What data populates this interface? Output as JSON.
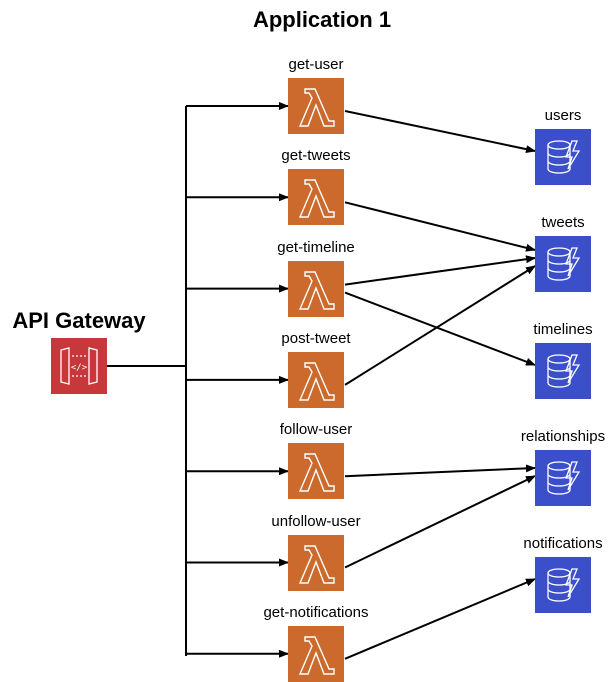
{
  "title": "Application 1",
  "gateway": {
    "label": "API Gateway",
    "icon": "api-gateway-icon",
    "color": "#C7383A"
  },
  "colors": {
    "lambda": "#CB6A2C",
    "dynamodb": "#3B4FCB",
    "line": "#000000"
  },
  "functions": [
    {
      "label": "get-user"
    },
    {
      "label": "get-tweets"
    },
    {
      "label": "get-timeline"
    },
    {
      "label": "post-tweet"
    },
    {
      "label": "follow-user"
    },
    {
      "label": "unfollow-user"
    },
    {
      "label": "get-notifications"
    }
  ],
  "tables": [
    {
      "label": "users"
    },
    {
      "label": "tweets"
    },
    {
      "label": "timelines"
    },
    {
      "label": "relationships"
    },
    {
      "label": "notifications"
    }
  ],
  "edges": [
    {
      "from": "get-user",
      "to": "users"
    },
    {
      "from": "get-tweets",
      "to": "tweets"
    },
    {
      "from": "get-timeline",
      "to": "tweets"
    },
    {
      "from": "get-timeline",
      "to": "timelines"
    },
    {
      "from": "post-tweet",
      "to": "tweets"
    },
    {
      "from": "follow-user",
      "to": "relationships"
    },
    {
      "from": "unfollow-user",
      "to": "relationships"
    },
    {
      "from": "get-notifications",
      "to": "notifications"
    }
  ]
}
